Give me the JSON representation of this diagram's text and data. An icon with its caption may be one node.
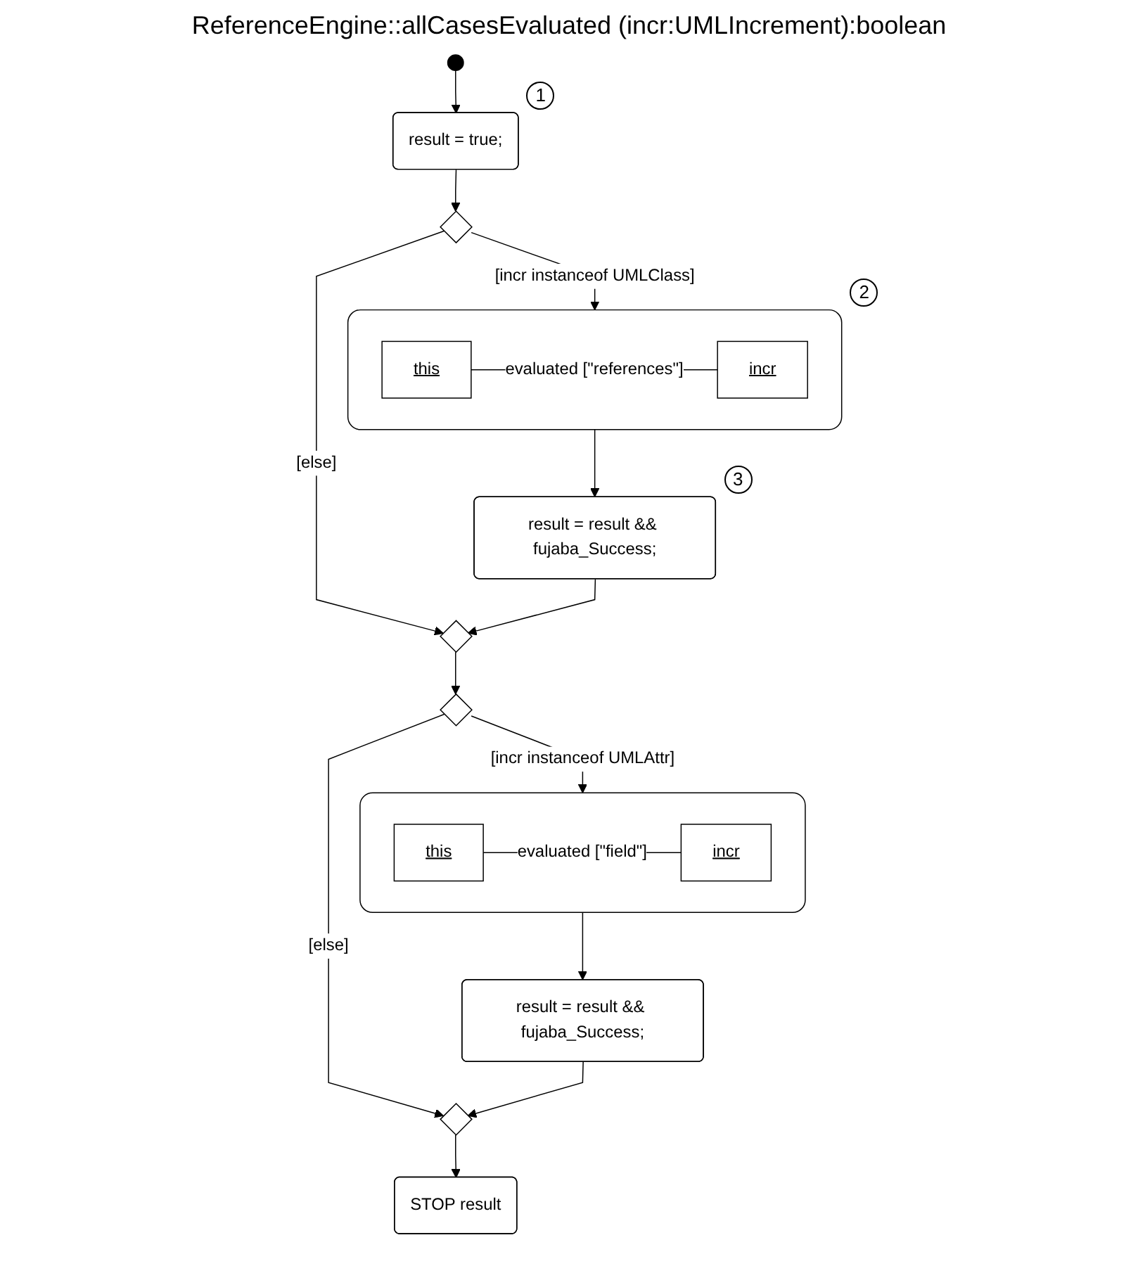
{
  "diagram": {
    "title": "ReferenceEngine::allCasesEvaluated (incr:UMLIncrement):boolean",
    "nodes": [
      {
        "text": [],
        "shape": "circle"
      },
      {
        "text": [
          "result = true;"
        ],
        "beside": [
          "1"
        ]
      },
      {
        "text": [],
        "shape": "diamond"
      },
      {
        "text": [],
        "shape": "box",
        "beside": [
          "2"
        ]
      },
      {
        "text": [
          "this"
        ],
        "in": 3
      },
      {
        "text": [
          "incr"
        ],
        "in": 3
      },
      {
        "text": [],
        "shape": "diamond"
      },
      {
        "text": [
          "result = result && fujaba_Success;"
        ],
        "beside": [
          "3"
        ]
      },
      {
        "text": [],
        "shape": "diamond"
      },
      {
        "text": [],
        "shape": "box"
      },
      {
        "text": [
          "this"
        ],
        "in": 9
      },
      {
        "text": [
          "incr"
        ],
        "in": 9
      },
      {
        "text": [],
        "shape": "diamond"
      },
      {
        "text": [
          "result = result && fujaba_Success;"
        ]
      },
      {
        "text": [
          "STOP result"
        ]
      }
    ],
    "edges": [
      {
        "from": 0,
        "to": 1,
        "arrow": "to"
      },
      {
        "from": 1,
        "to": 2,
        "arrow": "to"
      },
      {
        "from": 2,
        "to": 3,
        "arrow": "to",
        "label": "[incr instanceof UMLClass]"
      },
      {
        "from": 2,
        "to": 6,
        "arrow": "to",
        "label": "[else]"
      },
      {
        "from": 4,
        "to": 5,
        "arrow": "none",
        "label": "evaluated [\"references\"]"
      },
      {
        "from": 3,
        "to": 7,
        "arrow": "to"
      },
      {
        "from": 7,
        "to": 6,
        "arrow": "to"
      },
      {
        "from": 6,
        "to": 8,
        "arrow": "to"
      },
      {
        "from": 8,
        "to": 9,
        "arrow": "to",
        "label": "[incr instanceof UMLAttr]"
      },
      {
        "from": 8,
        "to": 12,
        "arrow": "to",
        "label": "[else]"
      },
      {
        "from": 10,
        "to": 11,
        "arrow": "none",
        "label": "evaluated [\"field\"]"
      },
      {
        "from": 9,
        "to": 13,
        "arrow": "to"
      },
      {
        "from": 13,
        "to": 12,
        "arrow": "to"
      },
      {
        "from": 12,
        "to": 14,
        "arrow": "to"
      }
    ]
  }
}
